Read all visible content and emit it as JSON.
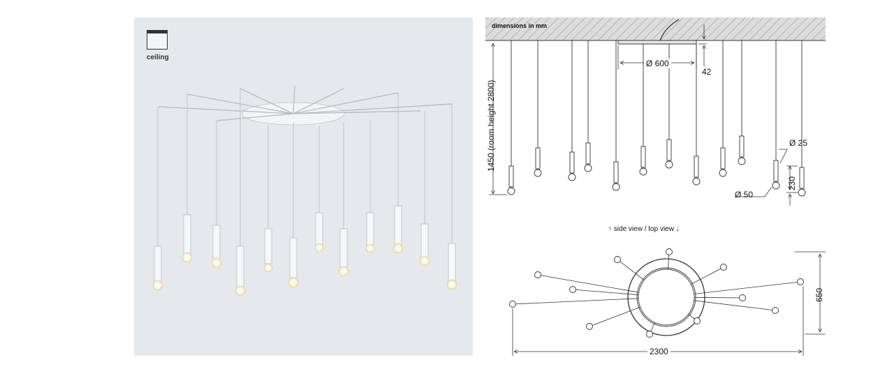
{
  "photo": {
    "ceiling_label": "ceiling",
    "icon": "ceiling-mount-icon"
  },
  "drawing": {
    "dimensions_note": "dimensions in mm",
    "canopy_diameter": "Ø 600",
    "canopy_height": "42",
    "suspension_length": "1450 (room height 2800)",
    "tube_diameter": "Ø 25",
    "tube_length": "230",
    "globe_diameter": "Ø 50",
    "view_switch": {
      "side_label": "side view",
      "separator": "/",
      "top_label": "top view",
      "side_icon": "arrow-up-icon",
      "top_icon": "arrow-down-icon"
    },
    "top_width": "2300",
    "top_depth": "650"
  },
  "colors": {
    "photo_bg": "#e5e9ec",
    "line": "#333333",
    "glow": "#fff6d8"
  }
}
